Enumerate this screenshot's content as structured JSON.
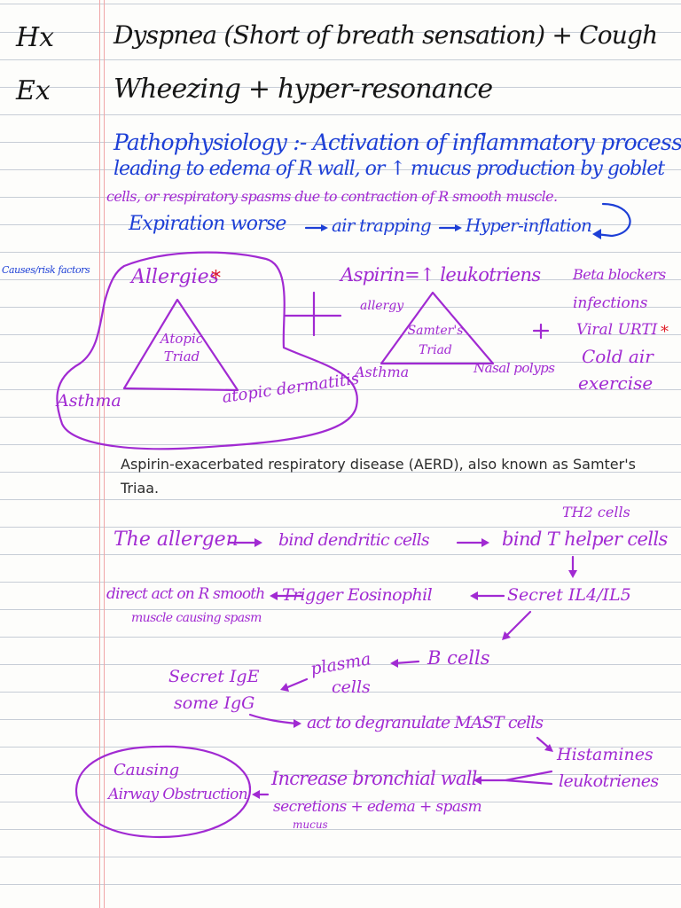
{
  "history": {
    "label": "Hx",
    "text": "Dyspnea (Short of breath sensation) + Cough"
  },
  "exam": {
    "label": "Ex",
    "text": "Wheezing + hyper-resonance"
  },
  "pathophysiology": {
    "lines": [
      "Pathophysiology :- Activation of inflammatory process",
      "leading to edema of R wall, or ↑ mucus production by goblet",
      "cells, or respiratory spasms due to contraction of R smooth muscle."
    ],
    "cycle": [
      "Expiration worse",
      "air trapping",
      "Hyper-inflation"
    ]
  },
  "causes": {
    "label": "Causes/risk factors",
    "atopic_triad": {
      "top": "Allergies",
      "star": "*",
      "center": "Atopic Triad",
      "left": "Asthma",
      "right": "atopic dermatitis"
    },
    "plus": "+",
    "samter_triad": {
      "top": "Aspirin=↑ leukotriens",
      "sub": "allergy",
      "center": "Samter's Triad",
      "left": "Asthma",
      "right": "Nasal polyps"
    },
    "plus2": "+",
    "others": [
      "Beta blockers",
      "infections",
      "Viral URTI",
      "Cold air",
      "exercise"
    ],
    "star": "*"
  },
  "note": "Aspirin-exacerbated respiratory disease (AERD), also known as Samter's Triaa.",
  "mechanism": {
    "allergen": "The allergen",
    "dendritic": "bind dendritic cells",
    "thelper": "bind T helper cells",
    "th2": "TH2 cells",
    "secret_il": "Secret IL4/IL5",
    "eosinophil": "Trigger Eosinophil",
    "direct_act": "direct act on R smooth",
    "muscle_spasm": "muscle causing spasm",
    "bcells": "B cells",
    "plasma": "plasma",
    "plasma2": "cells",
    "ige": "Secret IgE",
    "igg": "some IgG",
    "mast": "act to degranulate MAST cells",
    "histamine": "Histamines",
    "leuko": "leukotrienes",
    "bronchial": "Increase bronchial wall",
    "secretions": "secretions + edema + spasm",
    "mucus": "mucus",
    "obstruction1": "Causing",
    "obstruction2": "Airway Obstruction"
  },
  "colors": {
    "ink_black": "#161616",
    "ink_blue": "#1d3fd6",
    "ink_purple": "#a12ad2",
    "ink_red": "#e0202a",
    "margin": "#f0a6a6",
    "rule": "#c7cdd6"
  }
}
